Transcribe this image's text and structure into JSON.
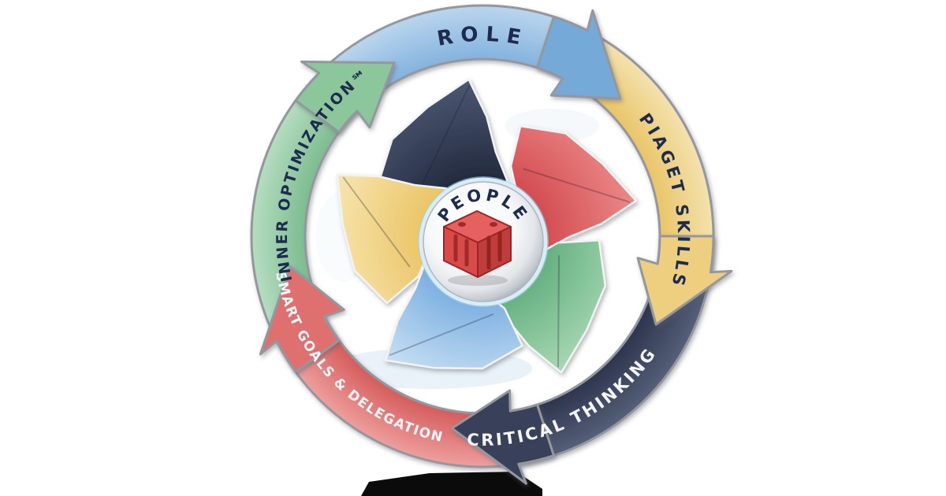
{
  "diagram": {
    "type": "cycle",
    "center": {
      "label": "PEOPLE",
      "icon": "red-cube-icon"
    },
    "segments": [
      {
        "id": "role",
        "label": "ROLE",
        "fill_dark": "#82b2de",
        "fill_light": "#c6ddf1",
        "head_fill": "#74a9d8",
        "text_color": "#1d2c4e"
      },
      {
        "id": "piaget-skills",
        "label": "PIAGET SKILLS",
        "fill_dark": "#e9c466",
        "fill_light": "#f6e8bd",
        "head_fill": "#eecf7f",
        "text_color": "#1d2c4e"
      },
      {
        "id": "critical-thinking",
        "label": "CRITICAL THINKING",
        "fill_dark": "#2c344d",
        "fill_light": "#5d6880",
        "head_fill": "#39415a",
        "text_color": "#f5f6f8"
      },
      {
        "id": "smart-goals-delegation",
        "label": "SMART GOALS & DELEGATION",
        "fill_dark": "#d45a5a",
        "fill_light": "#f2adab",
        "head_fill": "#df6f6f",
        "text_color": "#f5f6f8"
      },
      {
        "id": "inner-optimization",
        "label": "INNER OPTIMIZATION℠",
        "fill_dark": "#7abb8e",
        "fill_light": "#c2e4cb",
        "head_fill": "#8bc79b",
        "text_color": "#1d2c4e"
      }
    ],
    "inner_arrows": [
      {
        "id": "navy-blade",
        "fill_dark": "#1f2639",
        "fill_light": "#4c5874"
      },
      {
        "id": "red-blade",
        "fill_dark": "#d0454a",
        "fill_light": "#ec8a8a"
      },
      {
        "id": "green-blade",
        "fill_dark": "#58a976",
        "fill_light": "#abd9b6"
      },
      {
        "id": "blue-blade",
        "fill_dark": "#6fa7de",
        "fill_light": "#cae1f4"
      },
      {
        "id": "yellow-blade",
        "fill_dark": "#eac25f",
        "fill_light": "#f7e6b2"
      }
    ],
    "cube_colors": {
      "top": "#e66060",
      "left": "#d84b4b",
      "right": "#c03d3d",
      "outline": "#9c2424"
    }
  }
}
